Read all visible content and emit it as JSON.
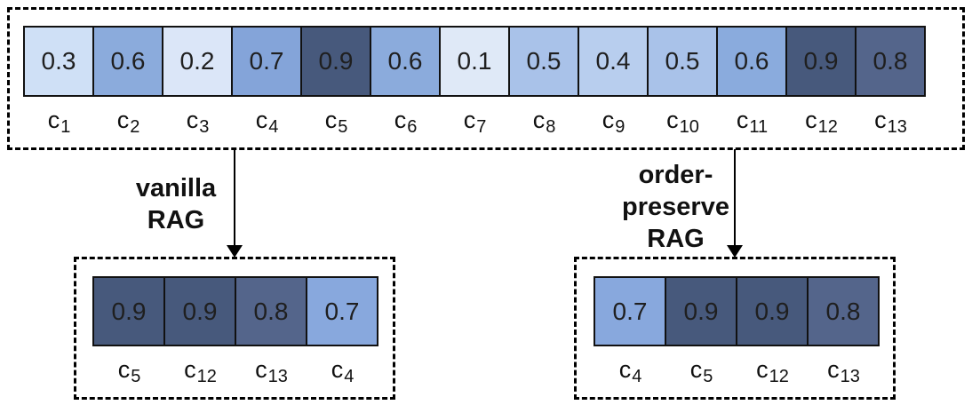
{
  "top_box": {
    "cells": [
      {
        "label": "c",
        "sub": "1",
        "value": "0.3",
        "color": "#cfe0f6"
      },
      {
        "label": "c",
        "sub": "2",
        "value": "0.6",
        "color": "#8babdc"
      },
      {
        "label": "c",
        "sub": "3",
        "value": "0.2",
        "color": "#dbe6f8"
      },
      {
        "label": "c",
        "sub": "4",
        "value": "0.7",
        "color": "#84a4d9"
      },
      {
        "label": "c",
        "sub": "5",
        "value": "0.9",
        "color": "#47597c"
      },
      {
        "label": "c",
        "sub": "6",
        "value": "0.6",
        "color": "#8babdc"
      },
      {
        "label": "c",
        "sub": "7",
        "value": "0.1",
        "color": "#dfe9f7"
      },
      {
        "label": "c",
        "sub": "8",
        "value": "0.5",
        "color": "#a9c2e9"
      },
      {
        "label": "c",
        "sub": "9",
        "value": "0.4",
        "color": "#b8ceee"
      },
      {
        "label": "c",
        "sub": "10",
        "value": "0.5",
        "color": "#a9c2e9"
      },
      {
        "label": "c",
        "sub": "11",
        "value": "0.6",
        "color": "#8aabdd"
      },
      {
        "label": "c",
        "sub": "12",
        "value": "0.9",
        "color": "#47597c"
      },
      {
        "label": "c",
        "sub": "13",
        "value": "0.8",
        "color": "#54658b"
      }
    ]
  },
  "vanilla": {
    "label": "vanilla\nRAG",
    "cells": [
      {
        "label": "c",
        "sub": "5",
        "value": "0.9",
        "color": "#47597c"
      },
      {
        "label": "c",
        "sub": "12",
        "value": "0.9",
        "color": "#47597c"
      },
      {
        "label": "c",
        "sub": "13",
        "value": "0.8",
        "color": "#54658b"
      },
      {
        "label": "c",
        "sub": "4",
        "value": "0.7",
        "color": "#88a8dd"
      }
    ]
  },
  "order_preserve": {
    "label": "order-\npreserve\nRAG",
    "cells": [
      {
        "label": "c",
        "sub": "4",
        "value": "0.7",
        "color": "#88a8dd"
      },
      {
        "label": "c",
        "sub": "5",
        "value": "0.9",
        "color": "#47597c"
      },
      {
        "label": "c",
        "sub": "12",
        "value": "0.9",
        "color": "#47597c"
      },
      {
        "label": "c",
        "sub": "13",
        "value": "0.8",
        "color": "#54658b"
      }
    ]
  }
}
